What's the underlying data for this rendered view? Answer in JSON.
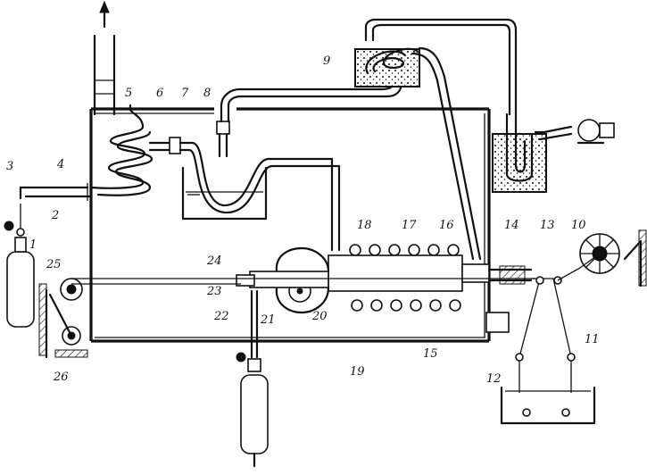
{
  "labels": [
    "1",
    "2",
    "3",
    "4",
    "5",
    "6",
    "7",
    "8",
    "9",
    "10",
    "11",
    "12",
    "13",
    "14",
    "15",
    "16",
    "17",
    "18",
    "19",
    "20",
    "21",
    "22",
    "23",
    "24",
    "25",
    "26"
  ]
}
